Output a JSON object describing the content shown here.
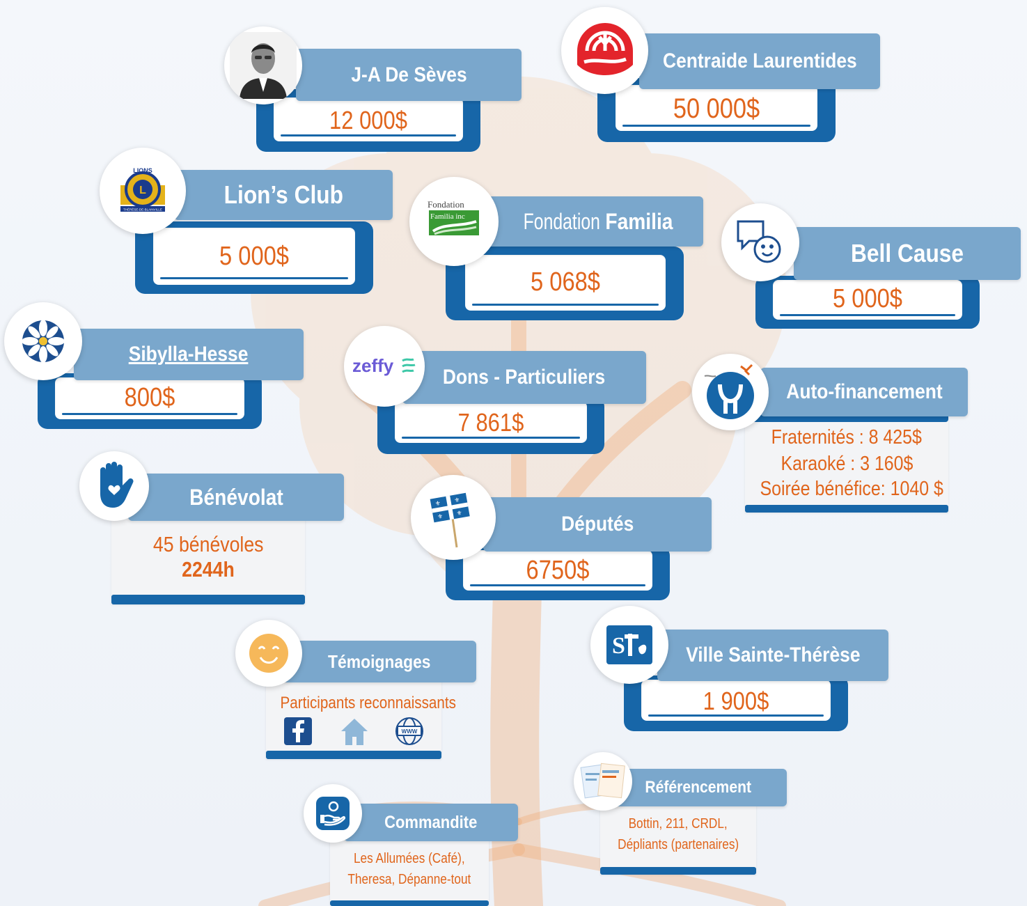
{
  "cards": {
    "deseves": {
      "title": "J-A De Sèves",
      "value": "12 000$"
    },
    "centraide": {
      "title": "Centraide Laurentides",
      "value": "50 000$"
    },
    "lions": {
      "title": "Lion’s Club",
      "value": "5 000$",
      "logo_text_top": "LIONS",
      "logo_text_bottom": "THÉRÈSE-DE-BLAINVILLE"
    },
    "familia": {
      "title_normal": "Fondation ",
      "title_bold": "Familia",
      "value": "5 068$",
      "logo_text_1": "Fondation",
      "logo_text_2": "Familia inc"
    },
    "bell": {
      "title": "Bell Cause",
      "value": "5 000$"
    },
    "sibylla": {
      "title": "Sibylla-Hesse",
      "value": "800$"
    },
    "dons": {
      "title": "Dons - Particuliers",
      "value": "7 861$",
      "logo_text": "zeffy"
    },
    "deputes": {
      "title": "Députés",
      "value": "6750$"
    },
    "ville": {
      "title": "Ville Sainte-Thérèse",
      "value": "1 900$"
    }
  },
  "autofinancement": {
    "title": "Auto-financement",
    "line1": "Fraternités : 8 425$",
    "line2": "Karaoké : 3 160$",
    "line3": "Soirée bénéfice: 1040 $"
  },
  "benevolat": {
    "title": "Bénévolat",
    "line1": "45 bénévoles",
    "line2": "2244h"
  },
  "temoignages": {
    "title": "Témoignages",
    "subtitle": "Participants reconnaissants",
    "www_label": "WWW"
  },
  "commandite": {
    "title": "Commandite",
    "line1": "Les Allumées (Café),",
    "line2": "Theresa, Dépanne-tout"
  },
  "referencement": {
    "title": "Référencement",
    "line1": "Bottin, 211, CRDL,",
    "line2": "Dépliants (partenaires)"
  },
  "colors": {
    "frame": "#1766a8",
    "header": "#7aa7cc",
    "value": "#e0651c",
    "tree": "#f7c9a0"
  },
  "icons": [
    "portrait-icon",
    "centraide-hand-icon",
    "lions-logo-icon",
    "familia-hand-icon",
    "speech-smiley-icon",
    "edelweiss-icon",
    "zeffy-logo-icon",
    "auto-financement-logo-icon",
    "raised-hand-heart-icon",
    "quebec-flag-icon",
    "smiley-face-icon",
    "facebook-icon",
    "home-icon",
    "www-globe-icon",
    "sainte-therese-logo-icon",
    "brochure-icon",
    "hand-coin-icon"
  ]
}
